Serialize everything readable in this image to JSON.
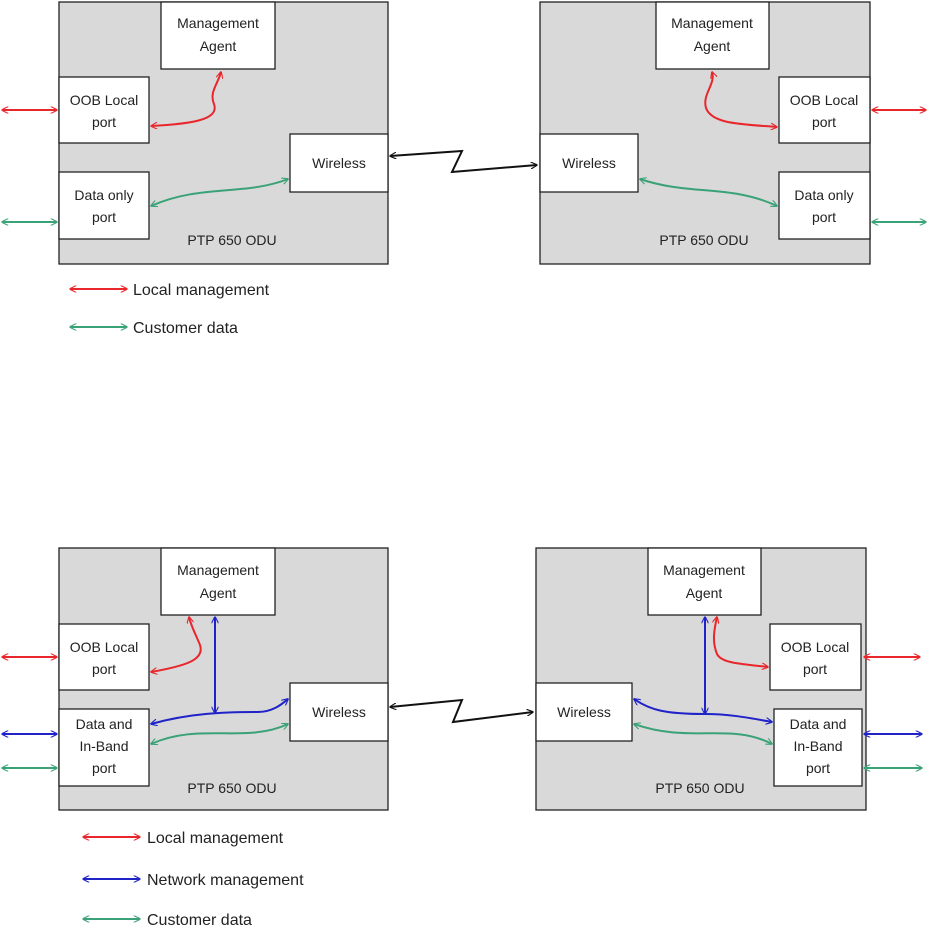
{
  "colors": {
    "local_management": "#e8262b",
    "network_management": "#1f23c8",
    "customer_data": "#3aa277",
    "odu_fill": "#d9d9d9"
  },
  "top": {
    "left": {
      "odu_label": "PTP 650 ODU",
      "management_agent": [
        "Management",
        "Agent"
      ],
      "oob_port": [
        "OOB Local",
        "port"
      ],
      "data_port": [
        "Data only",
        "port"
      ],
      "wireless": "Wireless"
    },
    "right": {
      "odu_label": "PTP 650 ODU",
      "management_agent": [
        "Management",
        "Agent"
      ],
      "oob_port": [
        "OOB Local",
        "port"
      ],
      "data_port": [
        "Data only",
        "port"
      ],
      "wireless": "Wireless"
    },
    "legend": [
      "Local management",
      "Customer data"
    ]
  },
  "bottom": {
    "left": {
      "odu_label": "PTP 650 ODU",
      "management_agent": [
        "Management",
        "Agent"
      ],
      "oob_port": [
        "OOB Local",
        "port"
      ],
      "data_port": [
        "Data and",
        "In-Band",
        "port"
      ],
      "wireless": "Wireless"
    },
    "right": {
      "odu_label": "PTP 650 ODU",
      "management_agent": [
        "Management",
        "Agent"
      ],
      "oob_port": [
        "OOB Local",
        "port"
      ],
      "data_port": [
        "Data and",
        "In-Band",
        "port"
      ],
      "wireless": "Wireless"
    },
    "legend": [
      "Local management",
      "Network management",
      "Customer data"
    ]
  }
}
